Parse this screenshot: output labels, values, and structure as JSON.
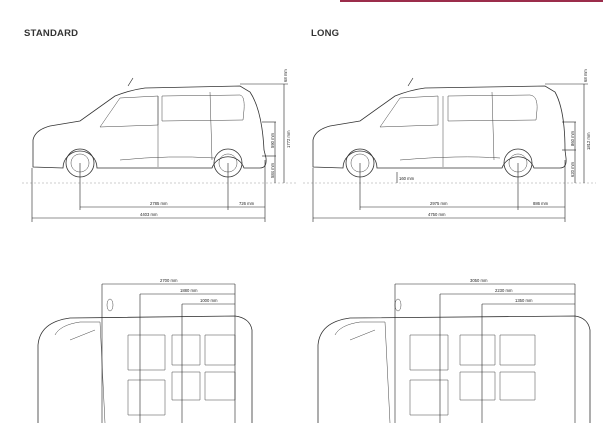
{
  "header": {
    "accent_color": "#9b2d4b"
  },
  "standard": {
    "title": "STANDARD",
    "side": {
      "roof_rail": "68 mm",
      "overall_height": "1772 mm",
      "rear_opening_height": "590 mm",
      "load_sill_height": "584 mm",
      "wheelbase": "2785 mm",
      "rear_overhang": "726 mm",
      "overall_length": "4403 mm"
    },
    "top": {
      "load_length_1": "2700 mm",
      "load_length_2": "1880 mm",
      "load_length_3": "1000 mm"
    }
  },
  "long": {
    "title": "LONG",
    "side": {
      "roof_rail": "68 mm",
      "overall_height": "1812 mm",
      "rear_opening_height": "860 mm",
      "load_sill_height": "620 mm",
      "ground_clearance": "160 mm",
      "wheelbase": "2975 mm",
      "rear_overhang": "886 mm",
      "overall_length": "4750 mm"
    },
    "top": {
      "load_length_1": "3050 mm",
      "load_length_2": "2230 mm",
      "load_length_3": "1350 mm"
    }
  }
}
